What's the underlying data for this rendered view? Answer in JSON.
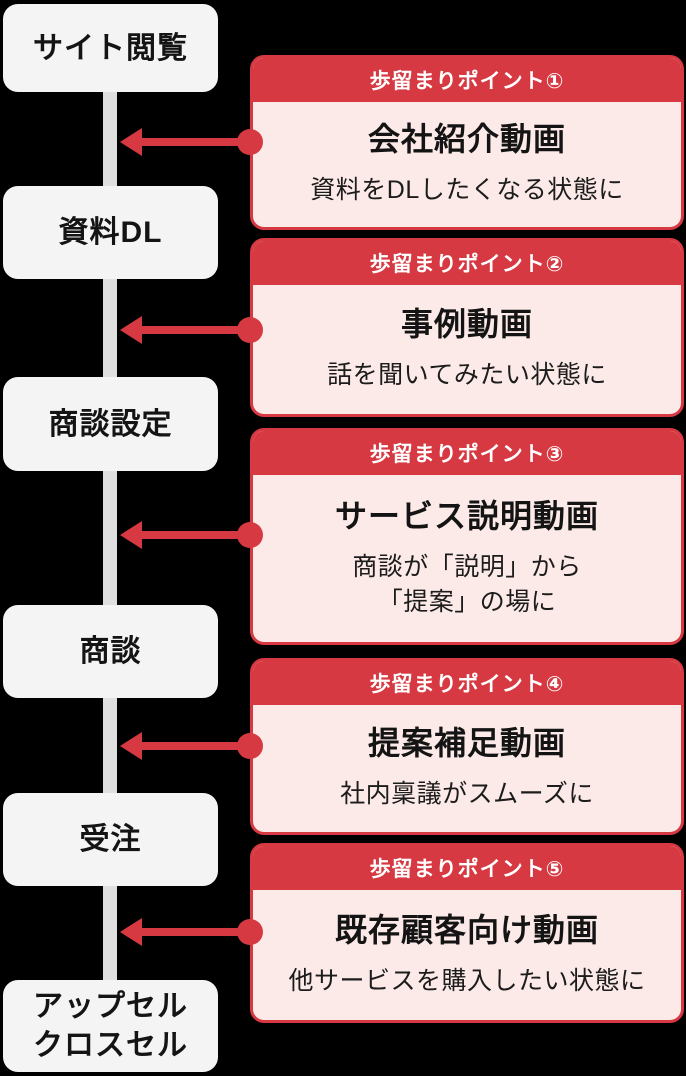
{
  "colors": {
    "red": "#d63941",
    "pink": "#fceae8",
    "box_bg": "#f4f4f5",
    "line_gray": "#dfdfdf",
    "background": "#000000",
    "text_dark": "#141414",
    "header_text": "#ffffff"
  },
  "funnel": {
    "stages": [
      {
        "label": "サイト閲覧"
      },
      {
        "label": "資料DL"
      },
      {
        "label": "商談設定"
      },
      {
        "label": "商談"
      },
      {
        "label": "受注"
      },
      {
        "label": "アップセル\nクロスセル"
      }
    ]
  },
  "points": [
    {
      "badge": "歩留まりポイント①",
      "title": "会社紹介動画",
      "description": "資料をDLしたくなる状態に"
    },
    {
      "badge": "歩留まりポイント②",
      "title": "事例動画",
      "description": "話を聞いてみたい状態に"
    },
    {
      "badge": "歩留まりポイント③",
      "title": "サービス説明動画",
      "description": "商談が「説明」から\n「提案」の場に"
    },
    {
      "badge": "歩留まりポイント④",
      "title": "提案補足動画",
      "description": "社内稟議がスムーズに"
    },
    {
      "badge": "歩留まりポイント⑤",
      "title": "既存顧客向け動画",
      "description": "他サービスを購入したい状態に"
    }
  ]
}
